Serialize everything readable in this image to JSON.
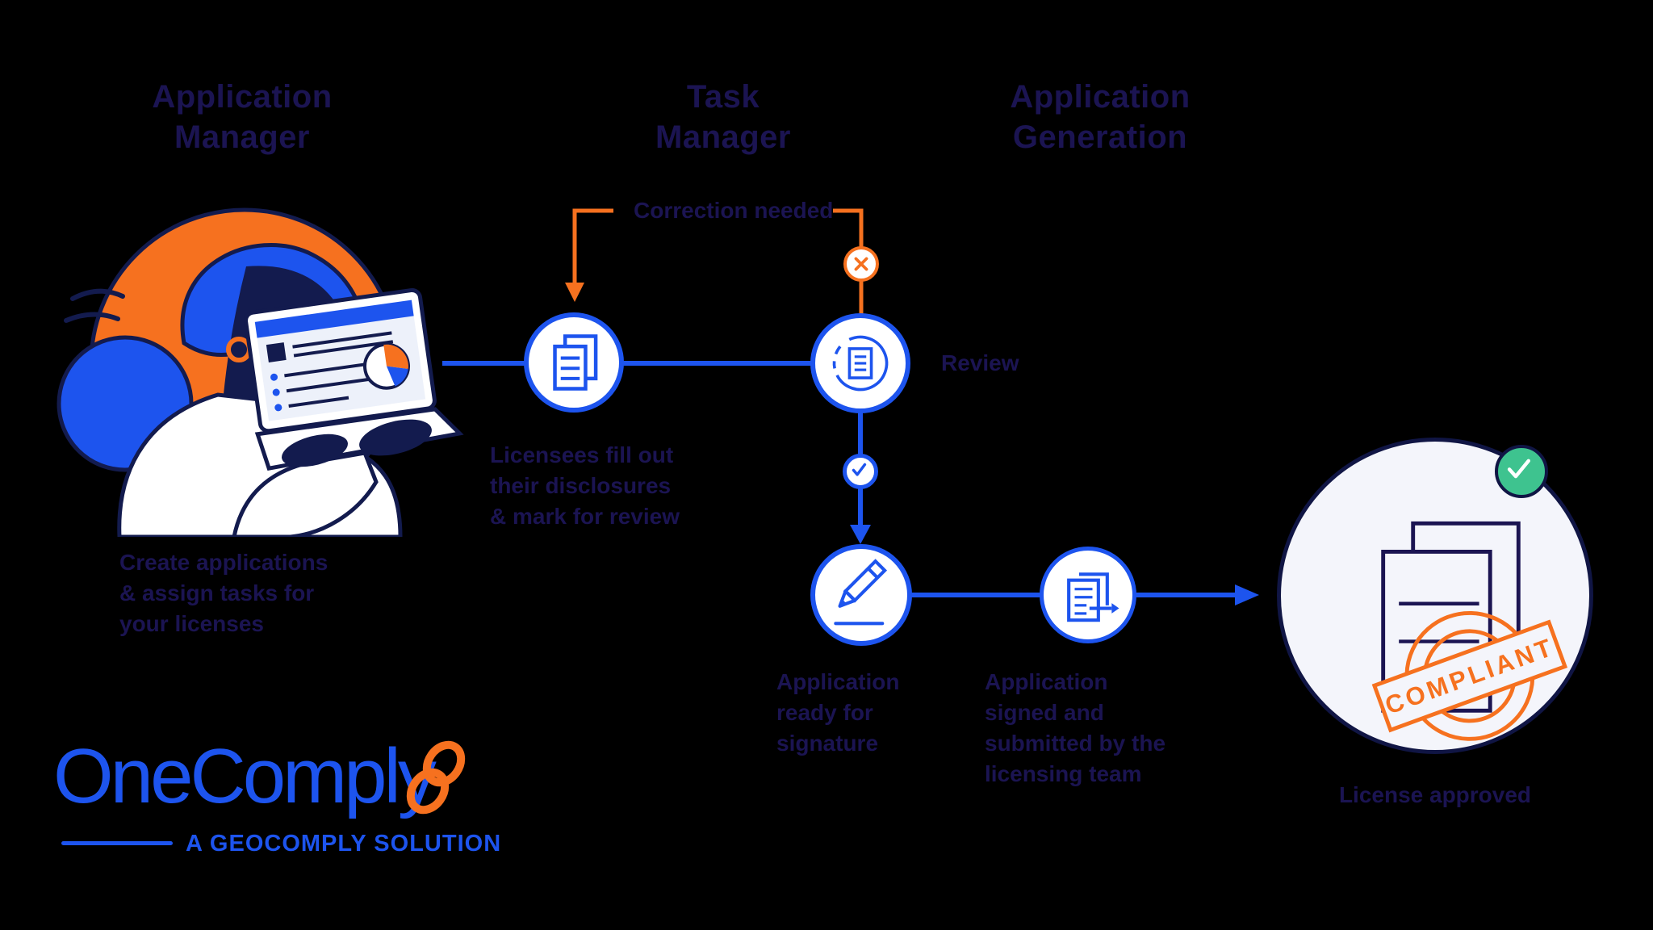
{
  "headers": [
    {
      "id": "application-manager",
      "label": "Application\nManager"
    },
    {
      "id": "task-manager",
      "label": "Task\nManager"
    },
    {
      "id": "application-generation",
      "label": "Application\nGeneration"
    }
  ],
  "flow": {
    "correction_label": "Correction needed",
    "review_label": "Review",
    "licensees_caption": "Licensees fill out\ntheir disclosures\n& mark for review",
    "create_caption": "Create applications\n& assign tasks for\nyour licenses",
    "signature_caption": "Application\nready for\nsignature",
    "submitted_caption": "Application\nsigned and\nsubmitted by the\nlicensing team",
    "approved_caption": "License approved",
    "stamp_label": "COMPLIANT"
  },
  "logo": {
    "brand": "OneComply",
    "tagline": "A GEOCOMPLY SOLUTION"
  },
  "colors": {
    "background": "#000000",
    "navy_text": "#1b1452",
    "blue": "#1d54ee",
    "orange": "#f6711f",
    "green": "#3ec38f",
    "big_circle_fill": "#f4f5fb"
  },
  "icons": {
    "step1": "documents-icon",
    "review": "review-document-icon",
    "rejected": "x-icon",
    "accepted": "check-icon",
    "signature": "pencil-signature-icon",
    "submit": "document-send-icon",
    "license": "license-documents-icon",
    "stamp": "compliant-stamp-icon",
    "approved": "green-check-icon",
    "logo": "linked-rings-icon"
  }
}
